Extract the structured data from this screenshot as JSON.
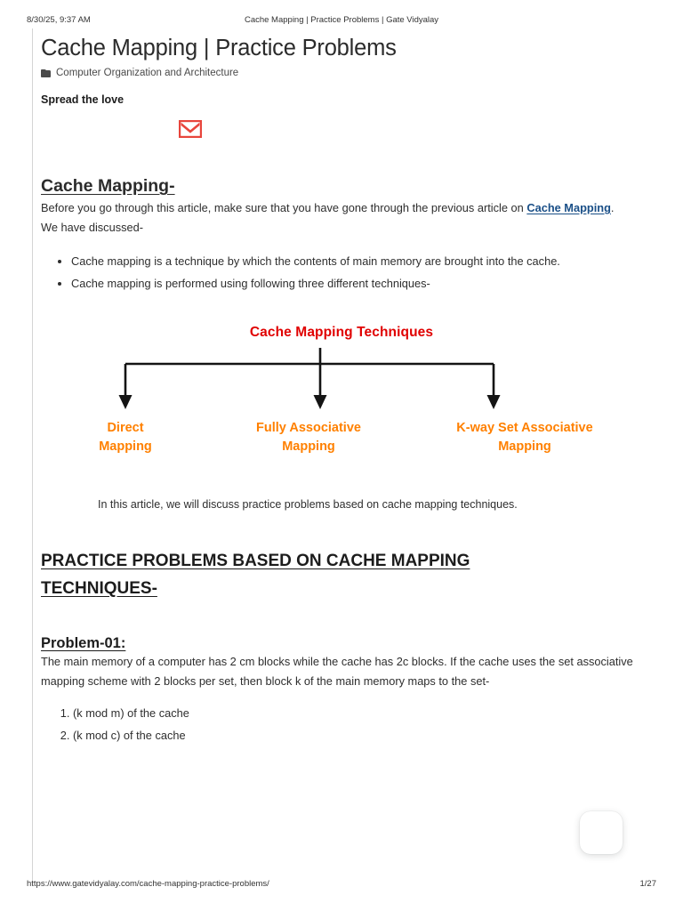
{
  "print_header": {
    "date": "8/30/25, 9:37 AM",
    "title": "Cache Mapping | Practice Problems | Gate Vidyalay"
  },
  "article": {
    "title": "Cache Mapping | Practice Problems",
    "category": "Computer Organization and Architecture",
    "category_icon": "folder-icon",
    "share_label": "Spread the love",
    "share_icons": [
      {
        "name": "gmail-icon",
        "color": "#e8453c"
      }
    ],
    "section_heading": "Cache Mapping-",
    "intro_paragraph": {
      "before_link": "Before you go through this article, make sure that you have gone through the previous article on ",
      "link_text": "Cache Mapping",
      "after_link": "."
    },
    "discussed_intro": "We have discussed-",
    "bullets": [
      "Cache mapping is a technique by which the contents of main memory are brought into the cache.",
      "Cache mapping is performed using following three different techniques-"
    ],
    "note": "In this article, we will discuss practice problems based on cache mapping techniques.",
    "practice_heading": "PRACTICE PROBLEMS BASED ON CACHE MAPPING TECHNIQUES-",
    "problem_heading": "Problem-01:",
    "problem_text": "The main memory of a computer has 2 cm blocks while the cache has 2c blocks. If the cache uses the set associative mapping scheme with 2 blocks per set, then block k of the main memory maps to the set-",
    "problem_options": [
      "(k mod m) of the cache",
      "(k mod c) of the cache"
    ]
  },
  "diagram": {
    "title": "Cache Mapping Techniques",
    "title_color": "#e00000",
    "label_color": "#ff8000",
    "arrow_color": "#141414",
    "branches": [
      {
        "line1": "Direct",
        "line2": "Mapping"
      },
      {
        "line1": "Fully Associative",
        "line2": "Mapping"
      },
      {
        "line1": "K-way Set Associative",
        "line2": "Mapping"
      }
    ]
  },
  "print_footer": {
    "url": "https://www.gatevidyalay.com/cache-mapping-practice-problems/",
    "page": "1/27"
  }
}
